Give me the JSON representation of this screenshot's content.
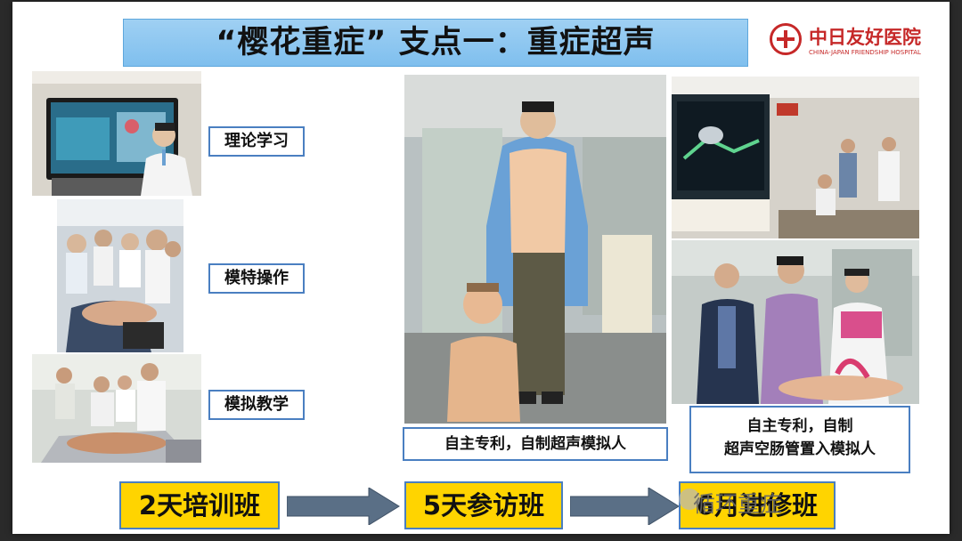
{
  "title": "“樱花重症” 支点一：重症超声",
  "logo": {
    "name_cn": "中日友好医院",
    "name_en": "CHINA-JAPAN FRIENDSHIP HOSPITAL"
  },
  "left_activities": [
    {
      "label": "理论学习",
      "icon": "lecture-photo"
    },
    {
      "label": "模特操作",
      "icon": "model-operation-photo"
    },
    {
      "label": "模拟教学",
      "icon": "simulation-teaching-photo"
    }
  ],
  "captions": {
    "center": "自主专利，自制超声模拟人",
    "right_line1": "自主专利，自制",
    "right_line2": "超声空肠管置入模拟人"
  },
  "stages": [
    "2天培训班",
    "5天参访班",
    "6月进修班"
  ],
  "watermark": "循环重症",
  "colors": {
    "title_bg": "#8fc8f1",
    "box_border": "#4a7fc1",
    "stage_bg": "#ffd400",
    "arrow": "#5a6f86",
    "logo_red": "#c62828"
  }
}
